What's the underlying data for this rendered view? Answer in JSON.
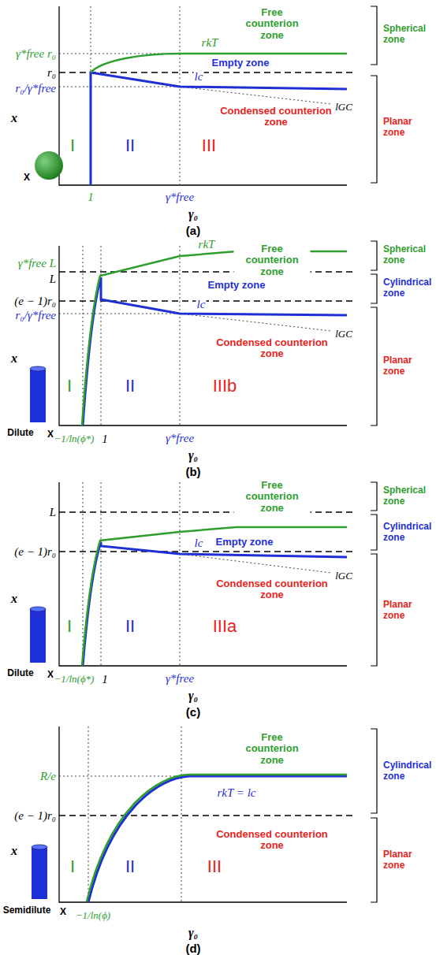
{
  "diagram": {
    "labels": [
      "Free counterion zone",
      "Spherical zone",
      "γ*free r₀",
      "r₀",
      "r₀/γ*free",
      "rkT",
      "Empty zone",
      "lc",
      "Condensed counterion zone",
      "lGC",
      "Planar zone",
      "x",
      "I",
      "II",
      "III",
      "X",
      "1",
      "γ*free",
      "γ₀",
      "(a)",
      "Free counterion zone",
      "Spherical zone",
      "γ*free L",
      "L",
      "Cylindrical zone",
      "rkT",
      "x",
      "(e − 1)r₀",
      "Empty zone",
      "lc",
      "r₀/γ*free",
      "Condensed counterion zone",
      "lGC",
      "Planar zone",
      "I",
      "II",
      "IIIb",
      "Dilute",
      "X",
      "−1/ln(ϕ*)",
      "1",
      "γ*free",
      "γ₀",
      "(b)",
      "Free counterion zone",
      "Spherical zone",
      "L",
      "Cylindrical zone",
      "lc",
      "Empty zone",
      "(e − 1)r₀",
      "Condensed counterion zone",
      "lGC",
      "x",
      "Planar zone",
      "I",
      "II",
      "IIIa",
      "Dilute",
      "X",
      "−1/ln(ϕ*)",
      "1",
      "γ*free",
      "γ₀",
      "(c)",
      "Free counterion zone",
      "R/e",
      "Cylindrical zone",
      "rkT = lc",
      "(e − 1)r₀",
      "x",
      "Condensed counterion zone",
      "Planar zone",
      "I",
      "II",
      "III",
      "Semidilute",
      "X",
      "−1/ln(ϕ)",
      "γ₀",
      "(d)"
    ]
  }
}
